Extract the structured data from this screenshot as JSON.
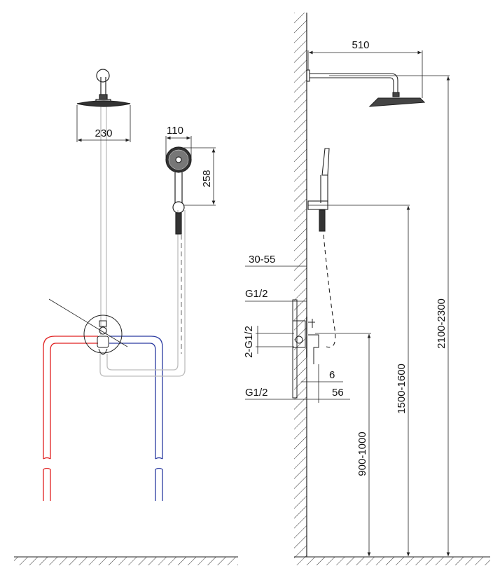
{
  "front_view": {
    "rain_head_width": "230",
    "hand_shower_width": "110",
    "hand_shower_height": "258"
  },
  "side_view": {
    "arm_length": "510",
    "wall_depth": "30-55",
    "inlet_top": "G1/2",
    "side_outlets": "2-G1/2",
    "plate_offset": "6",
    "inlet_bottom": "G1/2",
    "valve_projection": "56",
    "valve_height": "900-1000",
    "holder_height": "1500-1600",
    "head_height": "2100-2300"
  },
  "colors": {
    "hot_pipe": "#e02020",
    "cold_pipe": "#2a3aa0",
    "concealed_pipe": "#bdbdbd",
    "line": "#222222"
  }
}
